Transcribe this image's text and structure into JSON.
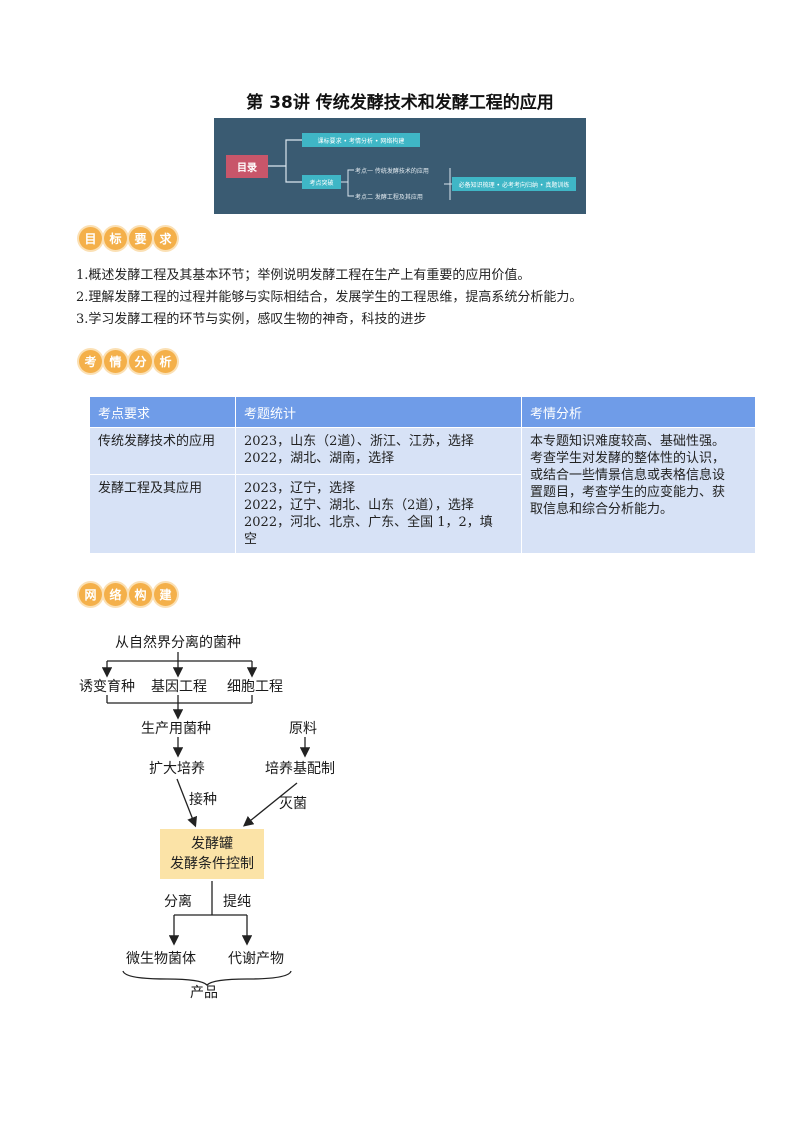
{
  "title": "第 38讲  传统发酵技术和发酵工程的应用",
  "toc": {
    "root": "目录",
    "branch1": "课标要求 • 考情分析 • 网络构建",
    "branch2": "考点突破",
    "sub1": "考点一  传统发酵技术的应用",
    "sub2": "考点二  发酵工程及其应用",
    "branch3": "必备知识梳理 • 必考考向归纳 • 真题训练"
  },
  "sections": {
    "goals_badge": [
      "目",
      "标",
      "要",
      "求"
    ],
    "analysis_badge": [
      "考",
      "情",
      "分",
      "析"
    ],
    "network_badge": [
      "网",
      "络",
      "构",
      "建"
    ]
  },
  "goals": [
    "1.概述发酵工程及其基本环节；举例说明发酵工程在生产上有重要的应用价值。",
    "2.理解发酵工程的过程并能够与实际相结合，发展学生的工程思维，提高系统分析能力。",
    "3.学习发酵工程的环节与实例，感叹生物的神奇，科技的进步"
  ],
  "table": {
    "headers": [
      "考点要求",
      "考题统计",
      "考情分析"
    ],
    "rows": [
      {
        "point": "传统发酵技术的应用",
        "stats": [
          "2023，山东（2道）、浙江、江苏，选择",
          "2022，湖北、湖南，选择"
        ]
      },
      {
        "point": "发酵工程及其应用",
        "stats": [
          "2023，辽宁，选择",
          "2022，辽宁、湖北、山东（2道），选择",
          "2022，河北、北京、广东、全国 1，2，填",
          "空"
        ]
      }
    ],
    "analysis": [
      "本专题知识难度较高、基础性强。",
      "考查学生对发酵的整体性的认识，",
      "或结合一些情景信息或表格信息设",
      "置题目，考查学生的应变能力、获",
      "取信息和综合分析能力。"
    ]
  },
  "flow": {
    "top": "从自然界分离的菌种",
    "methods": [
      "诱变育种",
      "基因工程",
      "细胞工程"
    ],
    "production_strain": "生产用菌种",
    "raw_material": "原料",
    "scale_up": "扩大培养",
    "medium": "培养基配制",
    "inoculate": "接种",
    "sterilize": "灭菌",
    "fermenter": "发酵罐",
    "conditions": "发酵条件控制",
    "separate": "分离",
    "purify": "提纯",
    "microbe": "微生物菌体",
    "metabolite": "代谢产物",
    "product": "产品"
  }
}
